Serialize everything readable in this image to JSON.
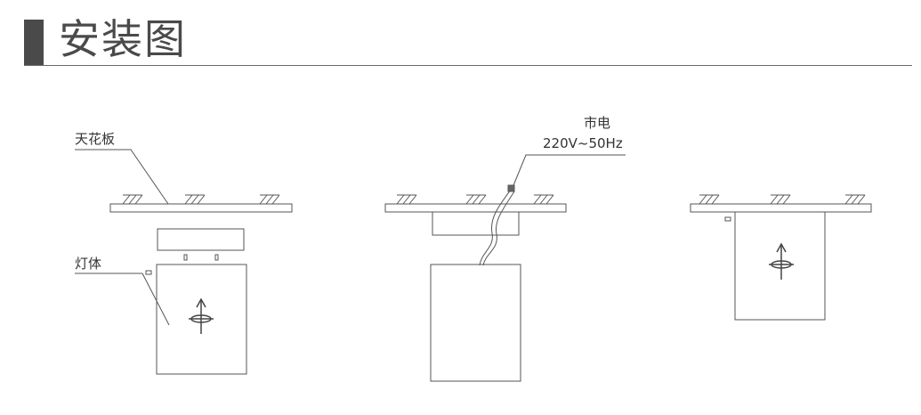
{
  "header": {
    "title": "安装图"
  },
  "labels": {
    "ceiling": "天花板",
    "fixture_body": "灯体",
    "mains_power": "市电",
    "mains_spec": "220V~50Hz"
  },
  "colors": {
    "line": "#555555",
    "title_block": "#4a4a4a",
    "text": "#333333"
  },
  "steps": [
    {
      "id": "step-1",
      "description": "fixture below ceiling with mounting base separated"
    },
    {
      "id": "step-2",
      "description": "mounting base attached to ceiling, mains cable connected to fixture"
    },
    {
      "id": "step-3",
      "description": "fixture mounted flush to ceiling"
    }
  ]
}
